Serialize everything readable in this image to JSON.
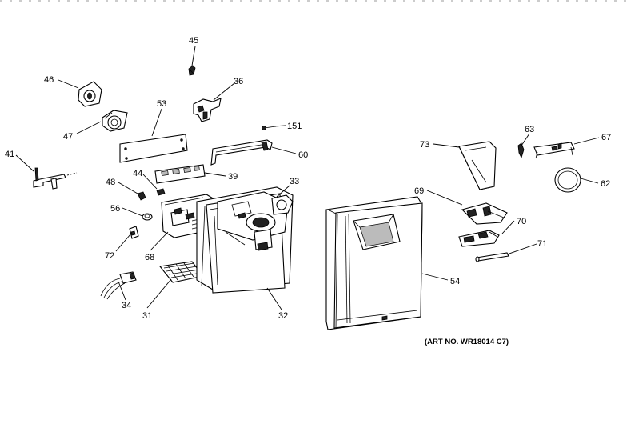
{
  "callouts": {
    "c45": "45",
    "c46": "46",
    "c36": "36",
    "c53": "53",
    "c47": "47",
    "c151": "151",
    "c41": "41",
    "c60": "60",
    "c44": "44",
    "c48": "48",
    "c39": "39",
    "c33": "33",
    "c56": "56",
    "c72": "72",
    "c68": "68",
    "c34": "34",
    "c31": "31",
    "c32": "32",
    "c73": "73",
    "c63": "63",
    "c67": "67",
    "c62": "62",
    "c69": "69",
    "c70": "70",
    "c71": "71",
    "c54": "54"
  },
  "art_number": "(ART NO. WR18014 C7)"
}
